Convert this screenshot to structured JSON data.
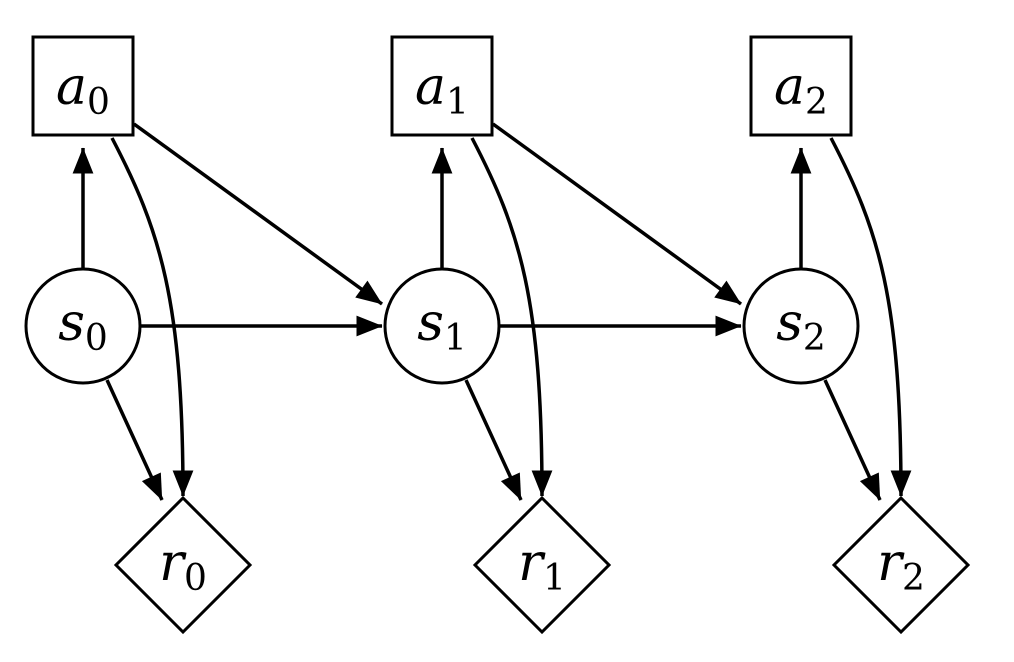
{
  "diagram": {
    "nodes": [
      {
        "id": "a0",
        "kind": "action",
        "symbol": "a",
        "subscript": "0"
      },
      {
        "id": "a1",
        "kind": "action",
        "symbol": "a",
        "subscript": "1"
      },
      {
        "id": "a2",
        "kind": "action",
        "symbol": "a",
        "subscript": "2"
      },
      {
        "id": "s0",
        "kind": "state",
        "symbol": "s",
        "subscript": "0"
      },
      {
        "id": "s1",
        "kind": "state",
        "symbol": "s",
        "subscript": "1"
      },
      {
        "id": "s2",
        "kind": "state",
        "symbol": "s",
        "subscript": "2"
      },
      {
        "id": "r0",
        "kind": "reward",
        "symbol": "r",
        "subscript": "0"
      },
      {
        "id": "r1",
        "kind": "reward",
        "symbol": "r",
        "subscript": "1"
      },
      {
        "id": "r2",
        "kind": "reward",
        "symbol": "r",
        "subscript": "2"
      }
    ],
    "edges": [
      {
        "from": "s0",
        "to": "a0"
      },
      {
        "from": "s1",
        "to": "a1"
      },
      {
        "from": "s2",
        "to": "a2"
      },
      {
        "from": "s0",
        "to": "s1"
      },
      {
        "from": "s1",
        "to": "s2"
      },
      {
        "from": "a0",
        "to": "s1"
      },
      {
        "from": "a1",
        "to": "s2"
      },
      {
        "from": "s0",
        "to": "r0"
      },
      {
        "from": "s1",
        "to": "r1"
      },
      {
        "from": "s2",
        "to": "r2"
      },
      {
        "from": "a0",
        "to": "r0"
      },
      {
        "from": "a1",
        "to": "r1"
      },
      {
        "from": "a2",
        "to": "r2"
      }
    ],
    "colors": {
      "stroke": "#000000",
      "fill": "#ffffff",
      "background": "#ffffff"
    }
  }
}
